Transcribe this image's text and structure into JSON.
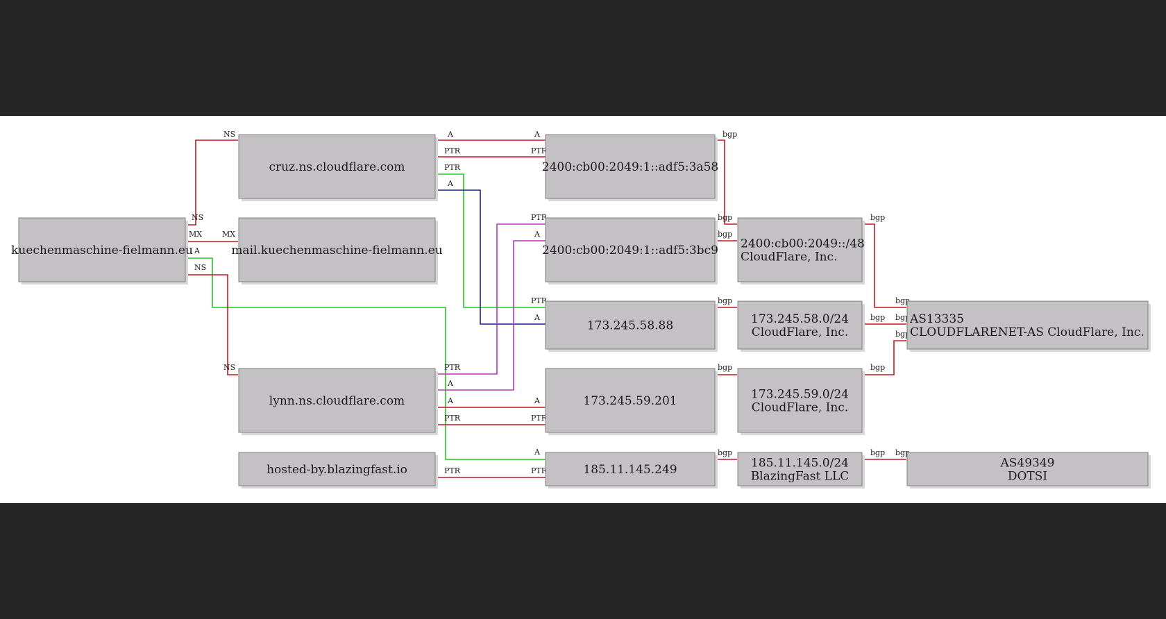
{
  "colors": {
    "background": "#262626",
    "canvas": "#ffffff",
    "node_fill": "#c4c1c5",
    "node_border": "#7f7f7f",
    "red": "#c0181e",
    "green": "#27c420",
    "blue": "#1a1f8c",
    "magenta": "#b43ab4"
  },
  "nodes": {
    "domain": {
      "lines": [
        "kuechenmaschine-fielmann.eu"
      ]
    },
    "ns_cruz": {
      "lines": [
        "cruz.ns.cloudflare.com"
      ]
    },
    "mail": {
      "lines": [
        "mail.kuechenmaschine-fielmann.eu"
      ]
    },
    "ns_lynn": {
      "lines": [
        "lynn.ns.cloudflare.com"
      ]
    },
    "hosted": {
      "lines": [
        "hosted-by.blazingfast.io"
      ]
    },
    "ip6_a": {
      "lines": [
        "2400:cb00:2049:1::adf5:3a58"
      ]
    },
    "ip6_b": {
      "lines": [
        "2400:cb00:2049:1::adf5:3bc9"
      ]
    },
    "ip_58": {
      "lines": [
        "173.245.58.88"
      ]
    },
    "ip_59": {
      "lines": [
        "173.245.59.201"
      ]
    },
    "ip_185": {
      "lines": [
        "185.11.145.249"
      ]
    },
    "net6": {
      "lines": [
        "2400:cb00:2049::/48",
        "CloudFlare, Inc."
      ]
    },
    "net58": {
      "lines": [
        "173.245.58.0/24",
        "CloudFlare, Inc."
      ]
    },
    "net59": {
      "lines": [
        "173.245.59.0/24",
        "CloudFlare, Inc."
      ]
    },
    "net185": {
      "lines": [
        "185.11.145.0/24",
        "BlazingFast LLC"
      ]
    },
    "as13335": {
      "lines": [
        "AS13335",
        "CLOUDFLARENET-AS CloudFlare, Inc."
      ]
    },
    "as49349": {
      "lines": [
        "AS49349",
        "DOTSI"
      ]
    }
  },
  "edges": [
    {
      "from": "domain",
      "to": "ns_cruz",
      "color": "red",
      "labels": [
        "NS",
        "NS"
      ]
    },
    {
      "from": "domain",
      "to": "mail",
      "color": "red",
      "labels": [
        "MX",
        "MX"
      ]
    },
    {
      "from": "domain",
      "to": "ip_185",
      "color": "green",
      "labels": [
        "A",
        "A"
      ]
    },
    {
      "from": "domain",
      "to": "ns_lynn",
      "color": "red",
      "labels": [
        "NS",
        "NS"
      ]
    },
    {
      "from": "ns_cruz",
      "to": "ip6_a",
      "color": "red",
      "labels": [
        "A",
        "A"
      ]
    },
    {
      "from": "ns_cruz",
      "to": "ip6_a",
      "color": "red",
      "labels": [
        "PTR",
        "PTR"
      ]
    },
    {
      "from": "ns_cruz",
      "to": "ip_58",
      "color": "green",
      "labels": [
        "PTR",
        "PTR"
      ]
    },
    {
      "from": "ns_cruz",
      "to": "ip_58",
      "color": "blue",
      "labels": [
        "A",
        "A"
      ]
    },
    {
      "from": "ns_lynn",
      "to": "ip6_b",
      "color": "magenta",
      "labels": [
        "PTR",
        "PTR"
      ]
    },
    {
      "from": "ns_lynn",
      "to": "ip6_b",
      "color": "magenta",
      "labels": [
        "A",
        "A"
      ]
    },
    {
      "from": "ns_lynn",
      "to": "ip_59",
      "color": "red",
      "labels": [
        "A",
        "A"
      ]
    },
    {
      "from": "ns_lynn",
      "to": "ip_59",
      "color": "red",
      "labels": [
        "PTR",
        "PTR"
      ]
    },
    {
      "from": "hosted",
      "to": "ip_185",
      "color": "red",
      "labels": [
        "PTR",
        "PTR"
      ]
    },
    {
      "from": "ip6_a",
      "to": "net6",
      "color": "red",
      "labels": [
        "bgp",
        "bgp"
      ]
    },
    {
      "from": "ip6_b",
      "to": "net6",
      "color": "red",
      "labels": [
        "bgp",
        ""
      ]
    },
    {
      "from": "ip_58",
      "to": "net58",
      "color": "red",
      "labels": [
        "bgp",
        ""
      ]
    },
    {
      "from": "ip_59",
      "to": "net59",
      "color": "red",
      "labels": [
        "bgp",
        ""
      ]
    },
    {
      "from": "ip_185",
      "to": "net185",
      "color": "red",
      "labels": [
        "bgp",
        ""
      ]
    },
    {
      "from": "net6",
      "to": "as13335",
      "color": "red",
      "labels": [
        "bgp",
        "bgp"
      ]
    },
    {
      "from": "net58",
      "to": "as13335",
      "color": "red",
      "labels": [
        "bgp",
        "bgp"
      ]
    },
    {
      "from": "net59",
      "to": "as13335",
      "color": "red",
      "labels": [
        "bgp",
        "bgp"
      ]
    },
    {
      "from": "net185",
      "to": "as49349",
      "color": "red",
      "labels": [
        "bgp",
        "bgp"
      ]
    }
  ]
}
